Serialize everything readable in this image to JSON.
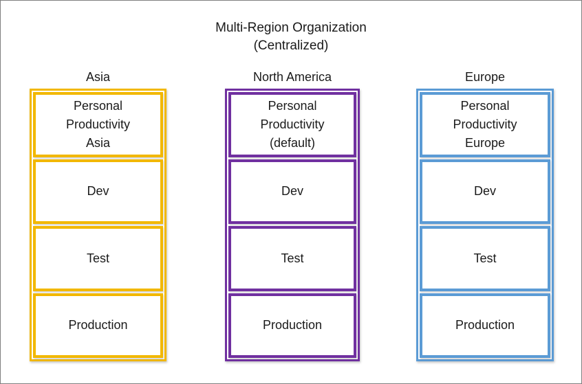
{
  "title": {
    "line1": "Multi-Region Organization",
    "line2": "(Centralized)"
  },
  "regions": [
    {
      "name": "Asia",
      "accent_color": "#F2B800",
      "environments": [
        {
          "label": "Personal\nProductivity\nAsia"
        },
        {
          "label": "Dev"
        },
        {
          "label": "Test"
        },
        {
          "label": "Production"
        }
      ]
    },
    {
      "name": "North America",
      "accent_color": "#7030A0",
      "environments": [
        {
          "label": "Personal\nProductivity\n(default)"
        },
        {
          "label": "Dev"
        },
        {
          "label": "Test"
        },
        {
          "label": "Production"
        }
      ]
    },
    {
      "name": "Europe",
      "accent_color": "#5B9BD5",
      "environments": [
        {
          "label": "Personal\nProductivity\nEurope"
        },
        {
          "label": "Dev"
        },
        {
          "label": "Test"
        },
        {
          "label": "Production"
        }
      ]
    }
  ]
}
